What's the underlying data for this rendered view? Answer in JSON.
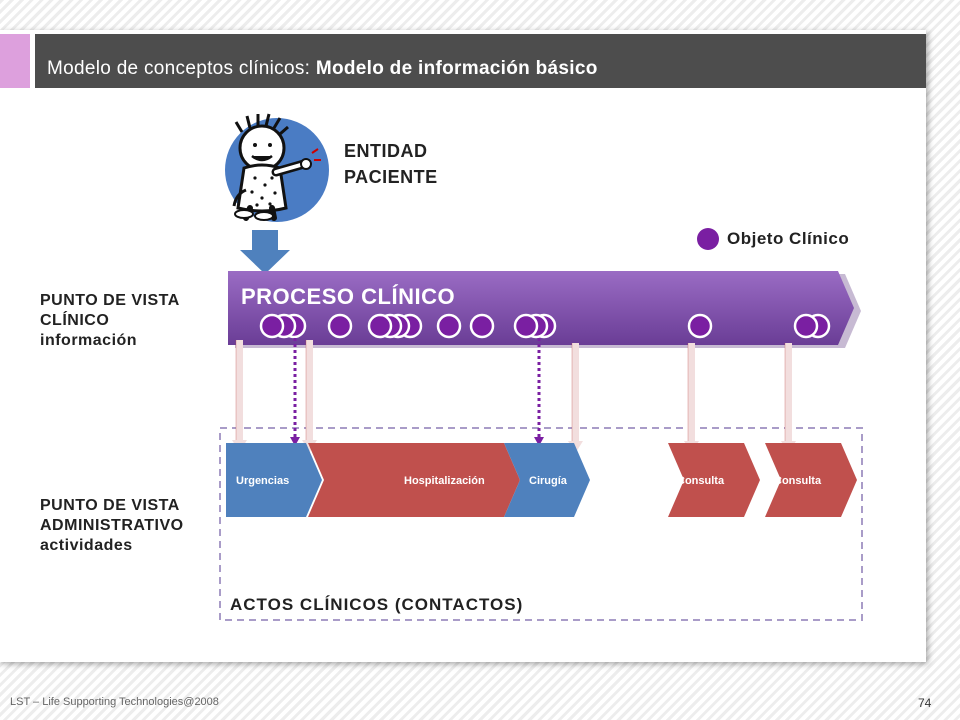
{
  "header": {
    "title_plain": "Modelo de conceptos clínicos: ",
    "title_bold": "Modelo de información básico"
  },
  "diagram": {
    "entity_line1": "ENTIDAD",
    "entity_line2": "PACIENTE",
    "legend_label": "Objeto Clínico",
    "process_label": "PROCESO CLÍNICO",
    "clinical_view": [
      "PUNTO DE VISTA",
      "CLÍNICO",
      "información"
    ],
    "admin_view": [
      "PUNTO DE VISTA",
      "ADMINISTRATIVO",
      "actividades"
    ],
    "acts_label": "ACTOS CLÍNICOS (CONTACTOS)",
    "activities": [
      {
        "label": "Urgencias",
        "color": "#4f81bd"
      },
      {
        "label": "Hospitalización",
        "color": "#c0504d"
      },
      {
        "label": "Cirugía",
        "color": "#4f81bd"
      },
      {
        "label": "Consulta",
        "color": "#c0504d"
      },
      {
        "label": "Consulta",
        "color": "#c0504d"
      }
    ]
  },
  "colors": {
    "process_band": "#7b4fa3",
    "clinical_object": "#7a1fa2",
    "patient_circle": "#4a7cc4",
    "arrow_down": "#4f81bd",
    "title_bar": "#4d4d4d",
    "accent": "#dda0dd"
  },
  "footer": {
    "copyright": "LST – Life Supporting Technologies@2008",
    "page_number": "74"
  }
}
